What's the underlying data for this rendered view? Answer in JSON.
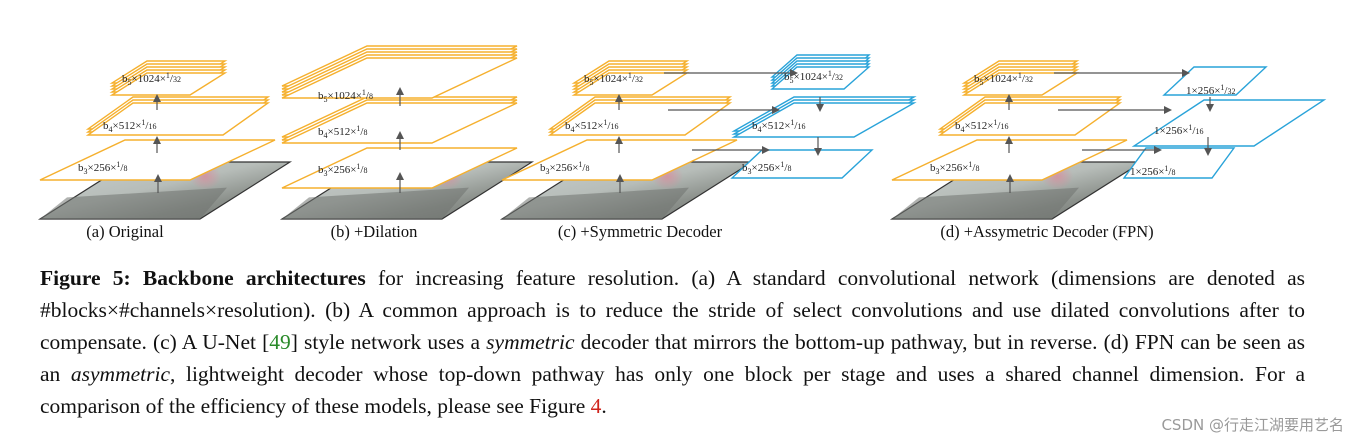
{
  "panels": [
    {
      "caption": "(a) Original",
      "layers": [
        [
          "b",
          "3",
          "×256×",
          "1",
          "/",
          "8"
        ],
        [
          "b",
          "4",
          "×512×",
          "1",
          "/",
          "16"
        ],
        [
          "b",
          "5",
          "×1024×",
          "1",
          "/",
          "32"
        ]
      ]
    },
    {
      "caption": "(b) +Dilation",
      "layers": [
        [
          "b",
          "3",
          "×256×",
          "1",
          "/",
          "8"
        ],
        [
          "b",
          "4",
          "×512×",
          "1",
          "/",
          "8"
        ],
        [
          "b",
          "5",
          "×1024×",
          "1",
          "/",
          "8"
        ]
      ]
    },
    {
      "caption": "(c) +Symmetric Decoder",
      "layers": [
        [
          "b",
          "3",
          "×256×",
          "1",
          "/",
          "8"
        ],
        [
          "b",
          "4",
          "×512×",
          "1",
          "/",
          "16"
        ],
        [
          "b",
          "5",
          "×1024×",
          "1",
          "/",
          "32"
        ]
      ],
      "decoder": [
        [
          "b",
          "3",
          "×256×",
          "1",
          "/",
          "8"
        ],
        [
          "b",
          "4",
          "×512×",
          "1",
          "/",
          "16"
        ],
        [
          "b",
          "5",
          "×1024×",
          "1",
          "/",
          "32"
        ]
      ]
    },
    {
      "caption": "(d) +Assymetric Decoder (FPN)",
      "layers": [
        [
          "b",
          "3",
          "×256×",
          "1",
          "/",
          "8"
        ],
        [
          "b",
          "4",
          "×512×",
          "1",
          "/",
          "16"
        ],
        [
          "b",
          "5",
          "×1024×",
          "1",
          "/",
          "32"
        ]
      ],
      "decoder": [
        [
          "",
          "",
          "1×256×",
          "1",
          "/",
          "8"
        ],
        [
          "",
          "",
          "1×256×",
          "1",
          "/",
          "16"
        ],
        [
          "",
          "",
          "1×256×",
          "1",
          "/",
          "32"
        ]
      ]
    }
  ],
  "caption": {
    "figure_label": "Figure 5:",
    "title": "Backbone architectures",
    "t1": " for increasing feature resolution. (a) A standard convolutional network (dimensions are denoted as #blocks×#channels×resolution). (b) A common approach is to reduce the stride of select convolutions and use dilated convolutions after to compensate. (c) A U-Net [",
    "ref_49": "49",
    "t2": "] style network uses a ",
    "symmetric": "symmetric",
    "t3": " decoder that mirrors the bottom-up pathway, but in reverse. (d) FPN can be seen as an ",
    "asymmetric": "asymmetric",
    "t4": ", lightweight decoder whose top-down pathway has only one block per stage and uses a shared channel dimension. For a comparison of the efficiency of these models, please see Figure ",
    "ref_fig": "4",
    "t5": "."
  },
  "watermark": "CSDN @行走江湖要用艺名",
  "colors": {
    "encoder": "#f5b02e",
    "decoder": "#29a3d9",
    "arrow": "#555555"
  }
}
